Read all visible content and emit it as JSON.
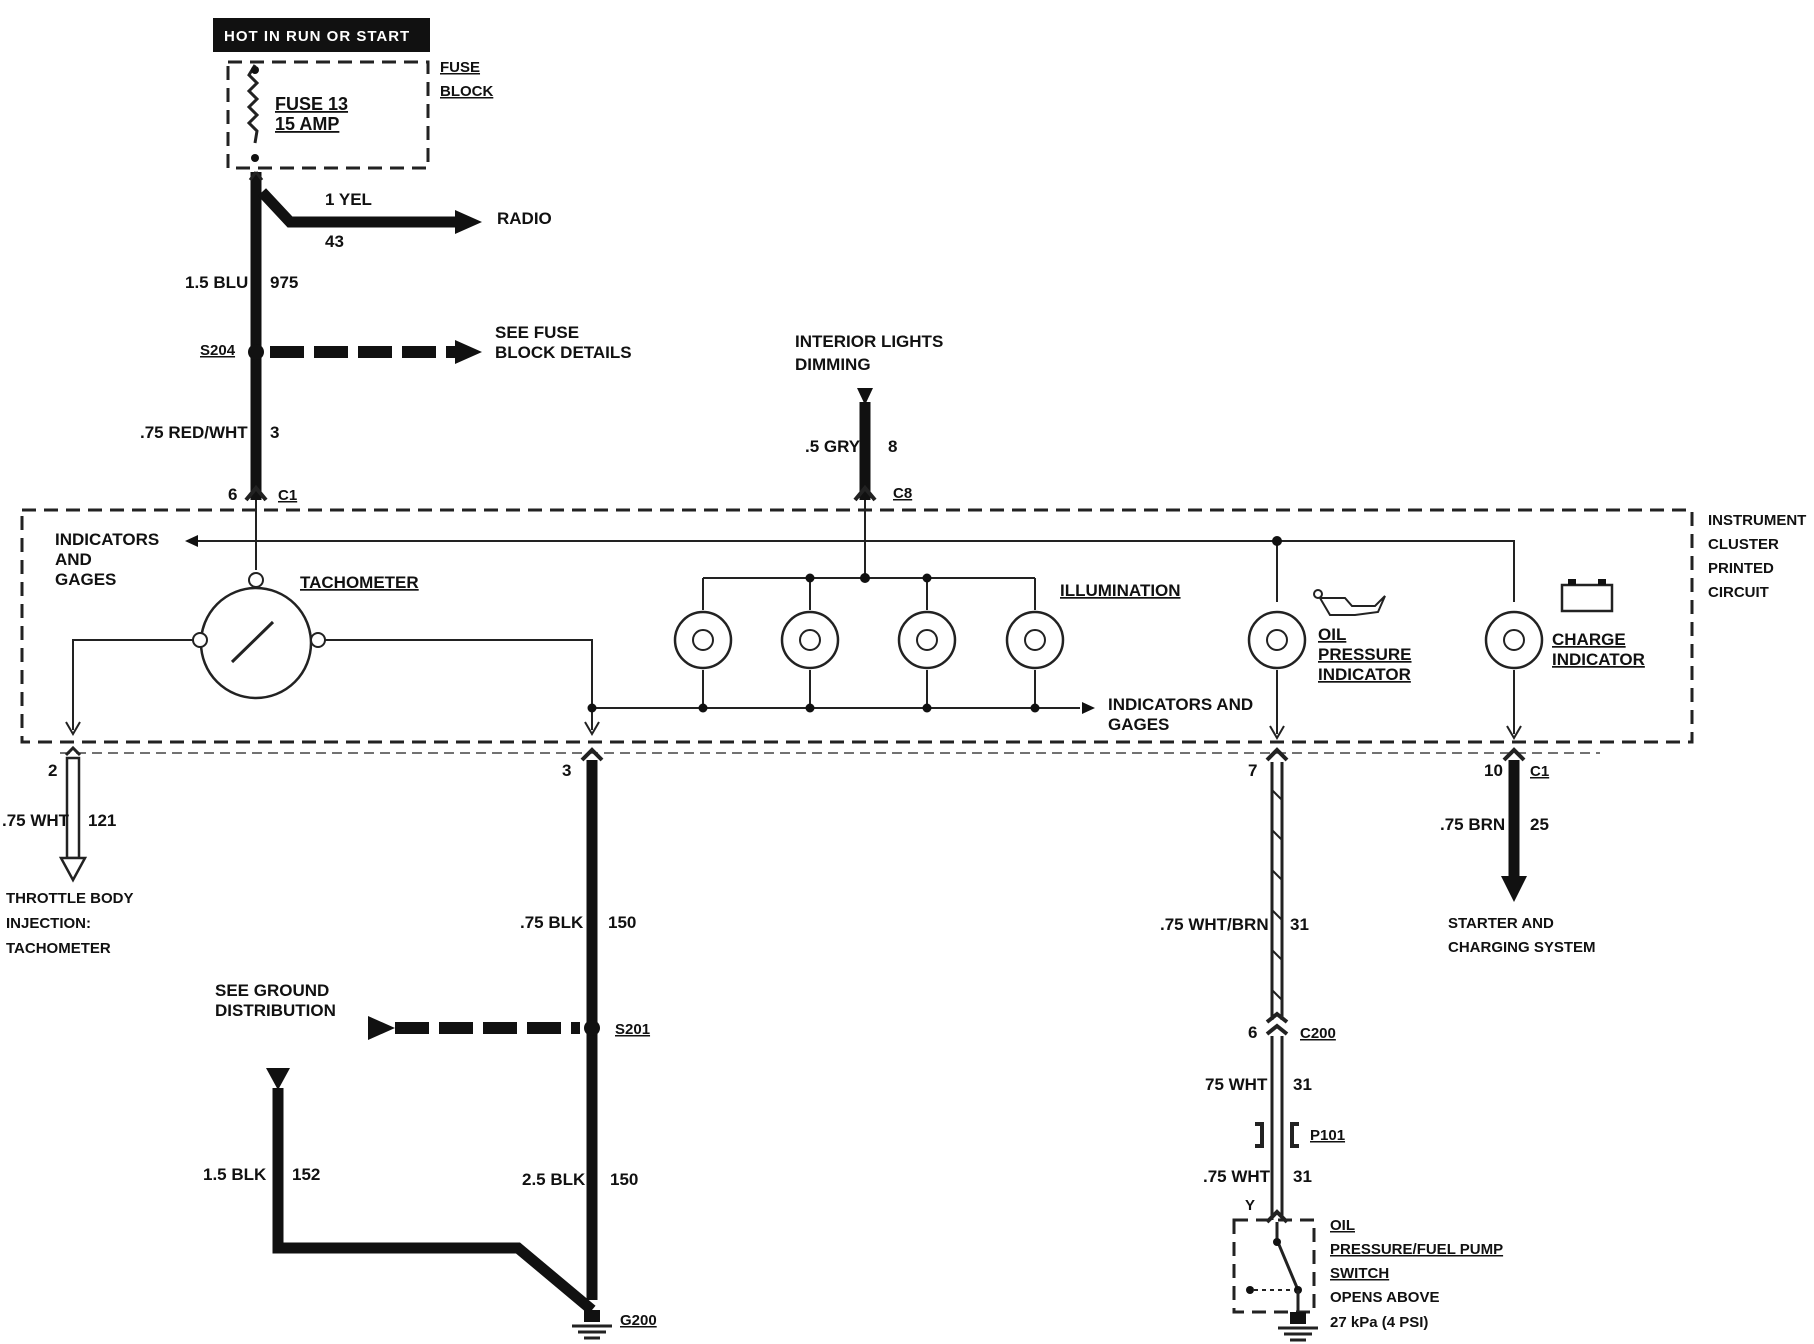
{
  "header_badge": "HOT IN RUN OR START",
  "fuse_block": {
    "title_line1": "FUSE",
    "title_line2": "BLOCK",
    "fuse_name": "FUSE 13",
    "fuse_rating": "15 AMP"
  },
  "radio_branch": {
    "wire": "1 YEL",
    "circuit": "43",
    "dest": "RADIO"
  },
  "feed_wire": {
    "wire": "1.5 BLU",
    "circuit": "975"
  },
  "splice_s204": {
    "name": "S204",
    "dest_line1": "SEE FUSE",
    "dest_line2": "BLOCK DETAILS"
  },
  "red_wire": {
    "wire": ".75 RED/WHT",
    "circuit": "3"
  },
  "c1_top": {
    "pin": "6",
    "name": "C1"
  },
  "dimming": {
    "title_line1": "INTERIOR LIGHTS",
    "title_line2": "DIMMING",
    "wire": ".5 GRY",
    "circuit": "8",
    "connector": "C8"
  },
  "cluster": {
    "title_line1": "INSTRUMENT",
    "title_line2": "CLUSTER",
    "title_line3": "PRINTED",
    "title_line4": "CIRCUIT"
  },
  "indicators_left": {
    "line1": "INDICATORS",
    "line2": "AND",
    "line3": "GAGES"
  },
  "tachometer": {
    "label": "TACHOMETER"
  },
  "illumination": {
    "label": "ILLUMINATION"
  },
  "indicators_right": {
    "line1": "INDICATORS AND",
    "line2": "GAGES"
  },
  "oil_indicator": {
    "line1": "OIL",
    "line2": "PRESSURE",
    "line3": "INDICATOR"
  },
  "charge_indicator": {
    "line1": "CHARGE",
    "line2": "INDICATOR"
  },
  "pin2": {
    "pin": "2",
    "wire": ".75 WHT",
    "circuit": "121",
    "dest_line1": "THROTTLE BODY",
    "dest_line2": "INJECTION:",
    "dest_line3": "TACHOMETER"
  },
  "pin3": {
    "pin": "3",
    "wire": ".75 BLK",
    "circuit": "150"
  },
  "ground_dist": {
    "line1": "SEE GROUND",
    "line2": "DISTRIBUTION",
    "splice": "S201"
  },
  "ground_lower": {
    "wire_left": "1.5 BLK",
    "circuit_left": "152",
    "wire_right": "2.5 BLK",
    "circuit_right": "150",
    "ground": "G200"
  },
  "pin7": {
    "pin": "7",
    "wire": ".75 WHT/BRN",
    "circuit": "31"
  },
  "c200": {
    "pin": "6",
    "name": "C200",
    "wire": "75 WHT",
    "circuit": "31"
  },
  "p101": {
    "name": "P101",
    "wire": ".75 WHT",
    "circuit": "31",
    "terminal": "Y"
  },
  "oil_switch": {
    "line1": "OIL",
    "line2": "PRESSURE/FUEL PUMP",
    "line3": "SWITCH",
    "line4": "OPENS ABOVE",
    "line5": "27 kPa (4 PSI)"
  },
  "pin10": {
    "pin": "10",
    "connector": "C1",
    "wire": ".75 BRN",
    "circuit": "25",
    "dest_line1": "STARTER AND",
    "dest_line2": "CHARGING SYSTEM"
  }
}
